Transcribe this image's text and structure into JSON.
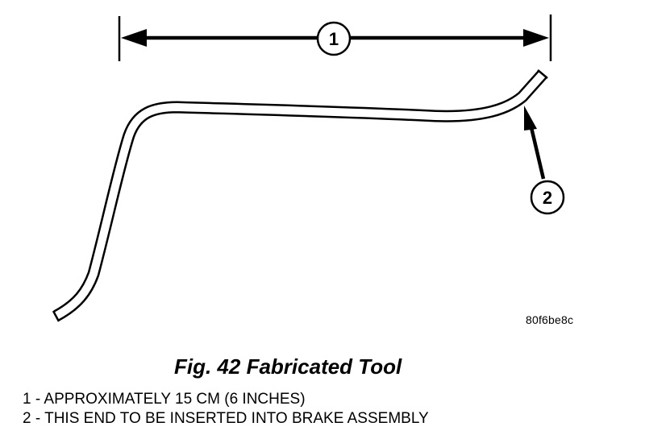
{
  "figure": {
    "image_code": "80f6be8c",
    "caption": "Fig. 42 Fabricated Tool",
    "callouts": [
      {
        "number": "1"
      },
      {
        "number": "2"
      }
    ],
    "legend": [
      {
        "text": "1 - APPROXIMATELY 15 CM (6 INCHES)"
      },
      {
        "text": "2 - THIS END TO BE INSERTED INTO BRAKE ASSEMBLY"
      }
    ],
    "colors": {
      "ink": "#000000",
      "background": "#ffffff"
    }
  }
}
